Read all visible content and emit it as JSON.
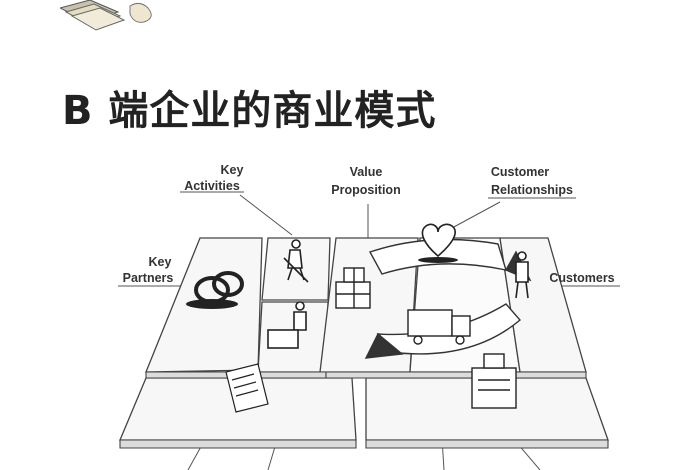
{
  "page": {
    "title": "B 端企业的商业模式"
  },
  "canvas": {
    "labels": {
      "key_activities": [
        "Key",
        "Activities"
      ],
      "value_proposition": [
        "Value",
        "Proposition"
      ],
      "customer_relationships": [
        "Customer",
        "Relationships"
      ],
      "key_partners": [
        "Key",
        "Partners"
      ],
      "customers": "Customers"
    },
    "icons": [
      "money-stack-icon",
      "rings-icon",
      "worker-icon",
      "gift-boxes-icon",
      "heart-icon",
      "delivery-truck-icon",
      "person-icon",
      "cash-register-icon",
      "document-icon"
    ]
  }
}
